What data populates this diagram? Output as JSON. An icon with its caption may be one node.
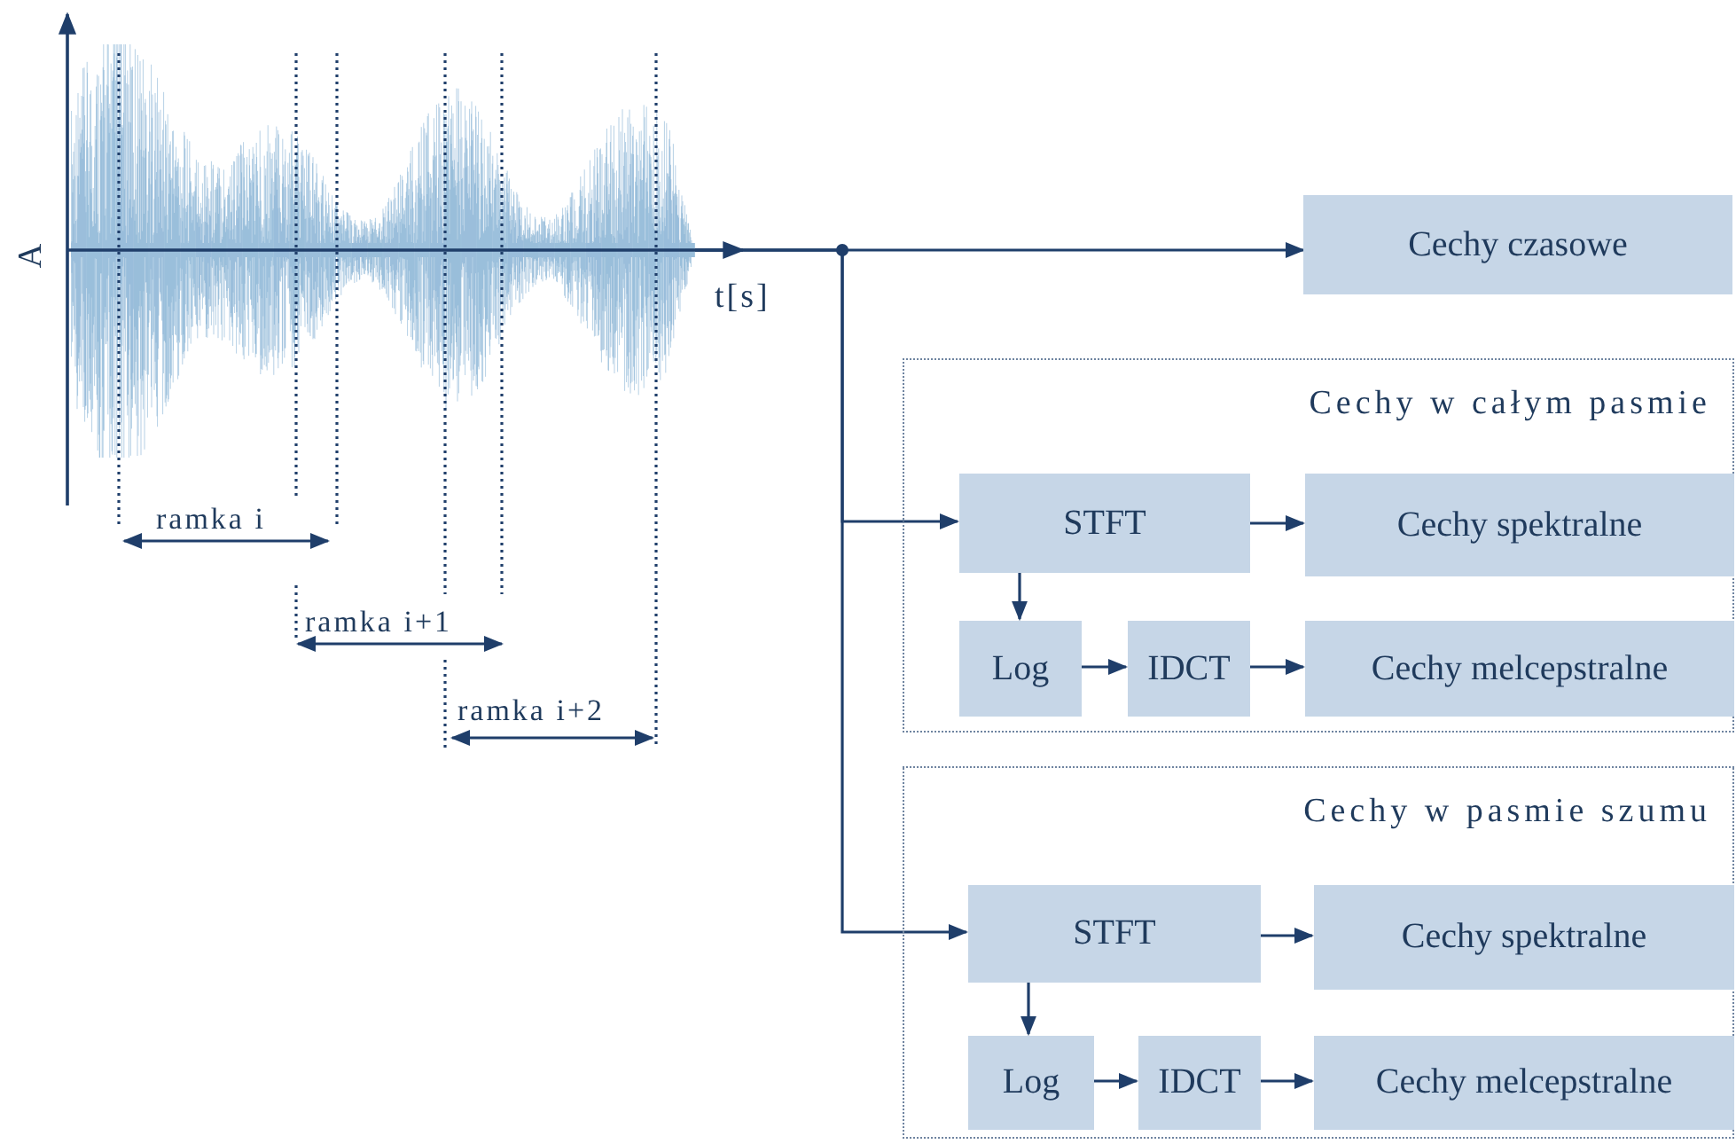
{
  "diagram": {
    "nodes": [
      {
        "text": [],
        "shape": "picture"
      },
      {
        "text": [
          "Cechy czasowe"
        ]
      },
      {
        "text": [
          "Cechy w całym pasmie"
        ]
      },
      {
        "text": [
          "STFT"
        ],
        "in": 2
      },
      {
        "text": [
          "Cechy spektralne"
        ],
        "in": 2
      },
      {
        "text": [
          "Log"
        ],
        "in": 2
      },
      {
        "text": [
          "IDCT"
        ],
        "in": 2
      },
      {
        "text": [
          "Cechy melcepstralne"
        ],
        "in": 2
      },
      {
        "text": [
          "Cechy w pasmie szumu"
        ]
      },
      {
        "text": [
          "STFT"
        ],
        "in": 8
      },
      {
        "text": [
          "Cechy spektralne"
        ],
        "in": 8
      },
      {
        "text": [
          "Log"
        ],
        "in": 8
      },
      {
        "text": [
          "IDCT"
        ],
        "in": 8
      },
      {
        "text": [
          "Cechy melcepstralne"
        ],
        "in": 8
      }
    ],
    "edges": [
      {
        "from": 0,
        "to": 1,
        "arrow": "to"
      },
      {
        "from": 0,
        "to": 3,
        "arrow": "to"
      },
      {
        "from": 0,
        "to": 9,
        "arrow": "to"
      },
      {
        "from": 3,
        "to": 4,
        "arrow": "to"
      },
      {
        "from": 3,
        "to": 5,
        "arrow": "to"
      },
      {
        "from": 5,
        "to": 6,
        "arrow": "to"
      },
      {
        "from": 6,
        "to": 7,
        "arrow": "to"
      },
      {
        "from": 9,
        "to": 10,
        "arrow": "to"
      },
      {
        "from": 9,
        "to": 11,
        "arrow": "to"
      },
      {
        "from": 11,
        "to": 12,
        "arrow": "to"
      },
      {
        "from": 12,
        "to": 13,
        "arrow": "to"
      }
    ],
    "labels": [
      "A",
      "t[s]",
      "ramka i",
      "ramka i+1",
      "ramka i+2"
    ]
  }
}
